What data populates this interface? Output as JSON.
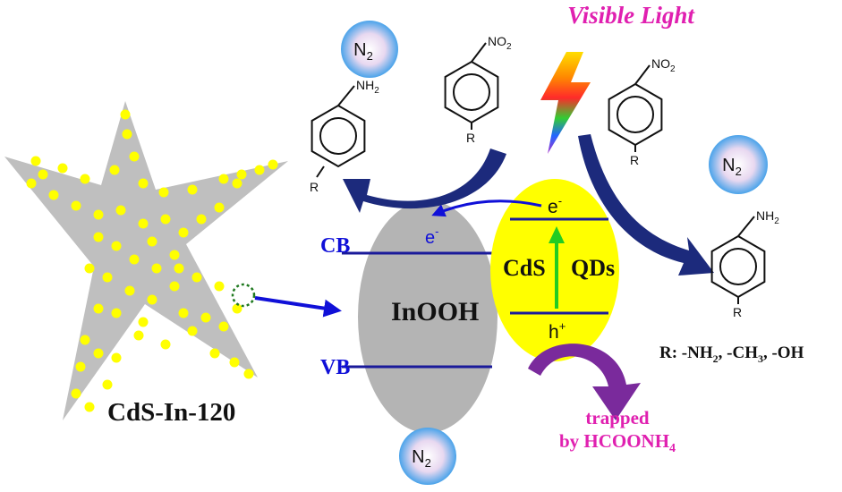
{
  "light": {
    "label": "Visible Light"
  },
  "star": {
    "label": "CdS-In-120"
  },
  "inooh": {
    "label": "InOOH",
    "cb": "CB",
    "vb": "VB",
    "electron": "e",
    "electron_sup": "-"
  },
  "cds": {
    "label_a": "CdS",
    "label_b": "QDs",
    "electron": "e",
    "electron_sup": "-",
    "hole": "h",
    "hole_sup": "+"
  },
  "n2": {
    "main": "N",
    "sub": "2"
  },
  "nitro": {
    "group": "NO",
    "group_sub": "2",
    "r": "R"
  },
  "amine": {
    "group": "NH",
    "group_sub": "2",
    "r": "R"
  },
  "trapped": {
    "line1": "trapped",
    "line2": "by HCOONH",
    "line2_sub": "4"
  },
  "r_groups": {
    "prefix": "R: -NH",
    "s1": "2",
    "mid": ", -CH",
    "s2": "3",
    "end": ", -OH"
  },
  "colors": {
    "blue": "#1010d8",
    "magenta": "#e020b0",
    "navy": "#1c2a7c",
    "purple": "#7a2a9c",
    "yellow": "#ffff00",
    "gray": "#b4b4b4",
    "green": "#22cc22"
  }
}
